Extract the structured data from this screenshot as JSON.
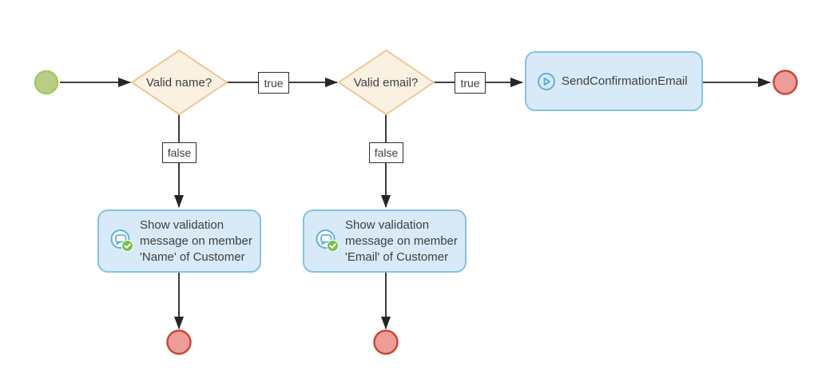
{
  "diagram": {
    "type": "flowchart-microflow",
    "decisions": [
      {
        "label": "Valid name?"
      },
      {
        "label": "Valid email?"
      }
    ],
    "edges": {
      "valid_name_true": {
        "label": "true"
      },
      "valid_name_false": {
        "label": "false"
      },
      "valid_email_true": {
        "label": "true"
      },
      "valid_email_false": {
        "label": "false"
      }
    },
    "activities": [
      {
        "label": "SendConfirmationEmail",
        "icon": "play-icon"
      },
      {
        "label": "Show validation message on member 'Name' of Customer",
        "icon": "validation-message-icon"
      },
      {
        "label": "Show validation message on member 'Email' of Customer",
        "icon": "validation-message-icon"
      }
    ],
    "events": {
      "start_count": 1,
      "end_count": 3
    }
  },
  "colors": {
    "background": "#ffffff",
    "start_fill": "#bccb85",
    "start_stroke": "#a0cc62",
    "end_fill": "#ec9d97",
    "end_stroke": "#cc463a",
    "decision_fill": "#fbf1e2",
    "decision_stroke": "#ecca96",
    "activity_fill": "#d8eaf8",
    "activity_stroke": "#8ac0e4",
    "icon_blue": "#5fb0df",
    "badge_green": "#77c04b",
    "line": "#262626",
    "label_border": "#2f2f2f",
    "text": "#3f3f3f"
  }
}
